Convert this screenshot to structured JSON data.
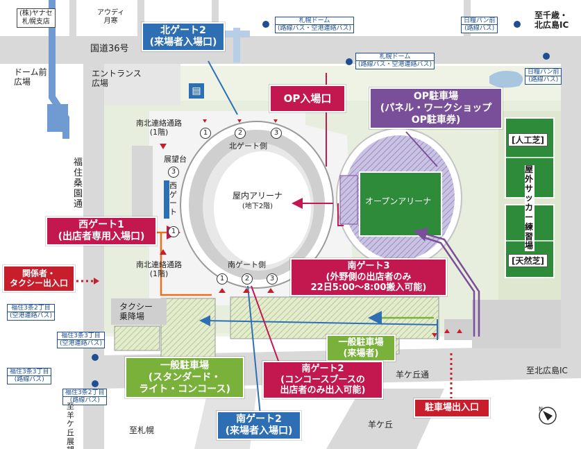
{
  "boxes": {
    "north_gate2": {
      "line1": "北ゲート2",
      "line2": "(来場者入場口)"
    },
    "op_entrance": {
      "line1": "OP入場口"
    },
    "op_parking": {
      "line1": "OP駐車場",
      "line2": "(パネル・ワークショップ",
      "line3": "OP駐車券)"
    },
    "west_gate1": {
      "line1": "西ゲート1",
      "line2": "(出店者専用入場口)"
    },
    "staff_taxi": {
      "line1": "関係者・",
      "line2": "タクシー出入口"
    },
    "south_gate3": {
      "line1": "南ゲート3",
      "line2": "(外野側の出店者のみ",
      "line3": "22日5:00〜8:00搬入可能)"
    },
    "general_parking_visitor": {
      "line1": "一般駐車場",
      "line2": "(来場者)"
    },
    "general_parking_standard": {
      "line1": "一般駐車場",
      "line2": "(スタンダード・",
      "line3": "ライト・コンコース)"
    },
    "south_gate2_booth": {
      "line1": "南ゲート2",
      "line2": "(コンコースブースの",
      "line3": "出店者のみ出入可能)"
    },
    "south_gate2_visitor": {
      "line1": "南ゲート2",
      "line2": "(来場者入場口)"
    },
    "parking_entrance": {
      "line1": "駐車場出入口"
    }
  },
  "labels": {
    "yanase_l1": "(株)ヤナセ",
    "yanase_l2": "札幌支店",
    "audi_l1": "アウディ",
    "audi_l2": "月寒",
    "route36": "国道36号",
    "dome_plaza_l1": "ドーム前",
    "dome_plaza_l2": "広場",
    "entrance_plaza_l1": "エントランス",
    "entrance_plaza_l2": "広場",
    "to_chitose_l1": "至千歳・",
    "to_chitose_l2": "北広島IC",
    "fukuzumi_street": "福住桑園通",
    "ns_passage_top_l1": "南北連絡通路",
    "ns_passage_top_l2": "(1階)",
    "observation": "展望台",
    "west_gate_vertical": "西ゲート",
    "north_gate_side": "北ゲート側",
    "indoor_arena_l1": "屋内アリーナ",
    "indoor_arena_l2": "(地下2階)",
    "open_arena": "オープンアリーナ",
    "ns_passage_bottom_l1": "南北連絡通路",
    "ns_passage_bottom_l2": "(1階)",
    "south_gate_side": "南ゲート側",
    "taxi_l1": "タクシー",
    "taxi_l2": "乗降場",
    "hitsujigaoka_street": "羊ケ丘通",
    "to_kitahiroshima": "至北広島IC",
    "hitsujigaoka": "羊ケ丘",
    "to_sapporo": "至札幌",
    "to_hitsujigaoka_obs": "至羊ケ丘展望台",
    "artificial_turf": "[人工芝]",
    "outdoor_soccer": "屋外サッカー練習場",
    "natural_turf": "[天然芝]"
  },
  "numbers": {
    "g1": "1",
    "g2": "2",
    "g3": "3",
    "obs3": "3",
    "west1": "1",
    "s1": "1",
    "s2": "2",
    "s3": "3"
  },
  "bus_stops": [
    {
      "title": "札幌ドーム",
      "sub": "(路線バス・空港連絡バス)"
    },
    {
      "title": "日糧パン前",
      "sub": "(路線バス)"
    },
    {
      "title": "札幌ドーム",
      "sub": "(路線バス・空港連絡バス)"
    },
    {
      "title": "日糧パン前",
      "sub": "(路線バス)"
    },
    {
      "title": "福住3条2丁目",
      "sub": "(空港連絡バス)"
    },
    {
      "title": "福住3条3丁目",
      "sub": "(空港連絡バス)"
    },
    {
      "title": "福住3条3丁目",
      "sub": "(路線バス)"
    },
    {
      "title": "福住3条2丁目",
      "sub": "(路線バス)"
    }
  ],
  "colors": {
    "blue": "#2e6fb4",
    "red": "#c3174f",
    "purple": "#7a4f9a",
    "green": "#7ab13a",
    "road": "#d9d9d9",
    "park": "#eef3e6"
  },
  "icons": [
    "bus-stop-icon",
    "subway-station-icon",
    "north-compass-icon"
  ]
}
